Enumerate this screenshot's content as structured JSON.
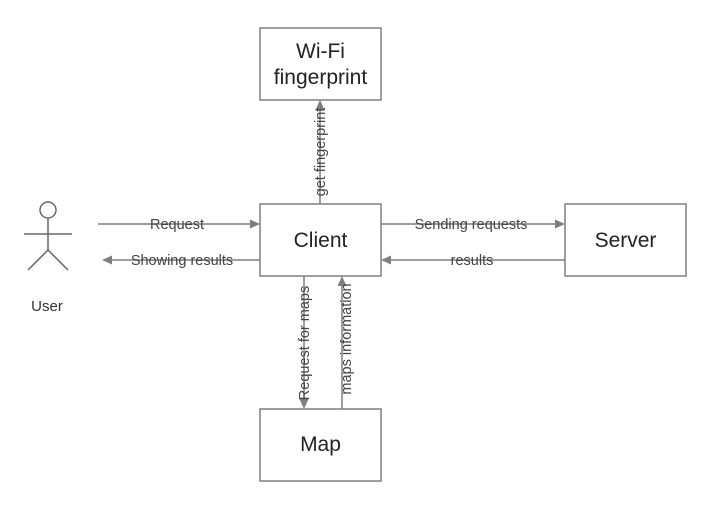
{
  "nodes": {
    "wifi": {
      "line1": "Wi-Fi",
      "line2": "fingerprint"
    },
    "client": "Client",
    "server": "Server",
    "map": "Map"
  },
  "actor": {
    "label": "User"
  },
  "edges": {
    "request": "Request",
    "showing_results": "Showing results",
    "sending_requests": "Sending requests",
    "results": "results",
    "get_fingerprint": "get fingerprint",
    "request_for_maps": "Request for maps",
    "maps_information": "maps information"
  },
  "colors": {
    "line": "#7f7f7f",
    "text": "#222222",
    "background": "#ffffff"
  }
}
